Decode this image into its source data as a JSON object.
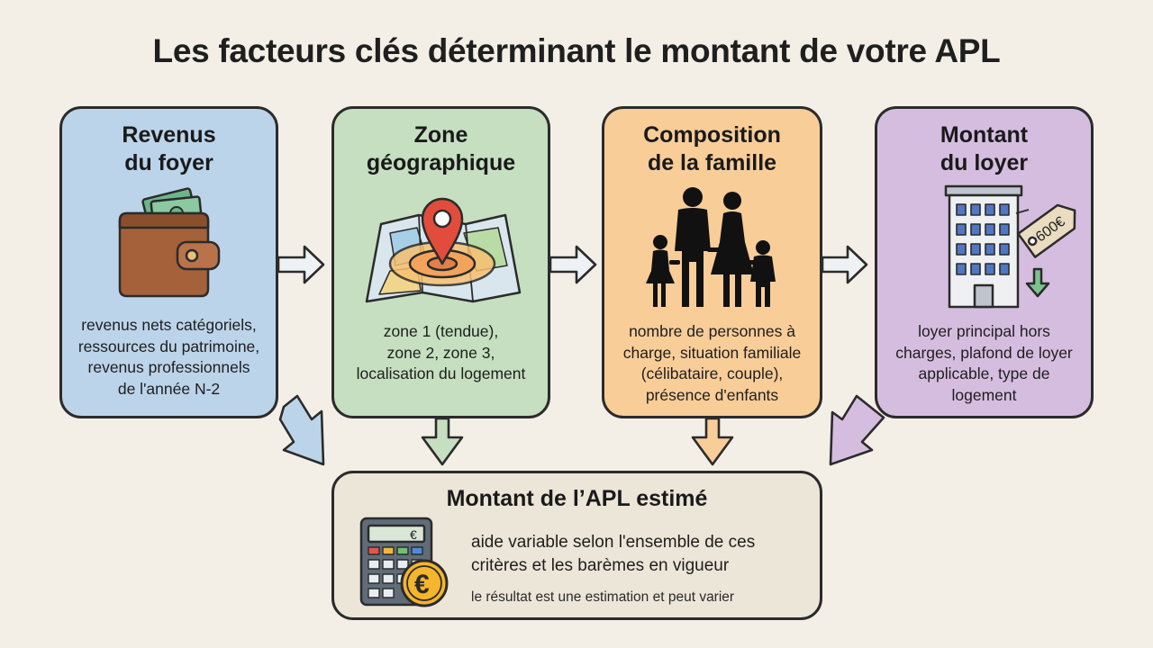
{
  "title": "Les facteurs clés déterminant le montant de votre APL",
  "cards": [
    {
      "title": "Revenus\ndu foyer",
      "icon": "wallet-icon",
      "description": "revenus nets catégoriels,\nressources du patrimoine,\nrevenus professionnels\nde l'année N-2"
    },
    {
      "title": "Zone\ngéographique",
      "icon": "map-pin-icon",
      "description": "zone 1 (tendue),\nzone 2, zone 3,\nlocalisation du logement"
    },
    {
      "title": "Composition\nde la famille",
      "icon": "family-icon",
      "description": "nombre de personnes à\ncharge, situation familiale\n(célibataire, couple),\nprésence d'enfants"
    },
    {
      "title": "Montant\ndu loyer",
      "icon": "building-icon",
      "price_tag": "600€",
      "description": "loyer principal hors\ncharges, plafond de loyer\napplicable, type de\nlogement"
    }
  ],
  "result": {
    "title": "Montant de l’APL estimé",
    "icon": "calculator-icon",
    "calculator_display": "€",
    "coin_symbol": "€",
    "description": "aide variable selon l'ensemble de ces\ncritères et les barèmes en vigueur",
    "note": "le résultat est une estimation et peut varier"
  },
  "colors": {
    "background": "#f3efe6",
    "revenus": "#bcd4ea",
    "zone": "#c5dfc0",
    "famille": "#f9cd98",
    "loyer": "#d5bde0",
    "result": "#ece6d8",
    "arrow_blue": "#bcd4ea",
    "arrow_green": "#c5dfc0",
    "arrow_orange": "#f9cd98",
    "arrow_purple": "#d5bde0"
  }
}
